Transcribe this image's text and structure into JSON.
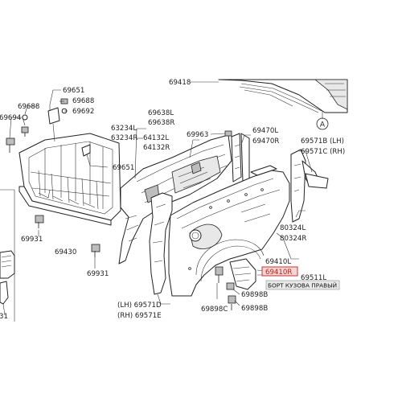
{
  "callouts": [
    {
      "id": "c69651a",
      "text": "69651"
    },
    {
      "id": "c69688a",
      "text": "69688"
    },
    {
      "id": "c69688b",
      "text": "69688"
    },
    {
      "id": "c69692",
      "text": "69692"
    },
    {
      "id": "c69694",
      "text": "69694"
    },
    {
      "id": "c69418",
      "text": "69418"
    },
    {
      "id": "c69638l",
      "text": "69638L"
    },
    {
      "id": "c69638r",
      "text": "69638R"
    },
    {
      "id": "c63234l",
      "text": "63234L"
    },
    {
      "id": "c63234r",
      "text": "63234R"
    },
    {
      "id": "c64132l",
      "text": "64132L"
    },
    {
      "id": "c64132r",
      "text": "64132R"
    },
    {
      "id": "c69963",
      "text": "69963"
    },
    {
      "id": "c69470l",
      "text": "69470L"
    },
    {
      "id": "c69470r",
      "text": "69470R"
    },
    {
      "id": "c69571b",
      "text": "69571B (LH)"
    },
    {
      "id": "c69571c",
      "text": "69571C (RH)"
    },
    {
      "id": "c69651b",
      "text": "69651"
    },
    {
      "id": "c69931a",
      "text": "69931"
    },
    {
      "id": "c69430",
      "text": "69430"
    },
    {
      "id": "c69931b",
      "text": "69931"
    },
    {
      "id": "c80324l",
      "text": "80324L"
    },
    {
      "id": "c80324r",
      "text": "80324R"
    },
    {
      "id": "c69410l",
      "text": "69410L"
    },
    {
      "id": "c69410r",
      "text": "69410R"
    },
    {
      "id": "c69511l",
      "text": "69511L"
    },
    {
      "id": "c69898ba",
      "text": "69898B"
    },
    {
      "id": "c69898c",
      "text": "69898C"
    },
    {
      "id": "c69898bb",
      "text": "69898B"
    },
    {
      "id": "c69571d",
      "text": "(LH) 69571D"
    },
    {
      "id": "c69571e",
      "text": "(RH) 69571E"
    },
    {
      "id": "c31",
      "text": "31"
    }
  ],
  "section_marker": "A",
  "tooltip": "БОРТ КУЗОВА ПРАВЫЙ",
  "highlighted_part": "69410R",
  "colors": {
    "highlight_border": "#d03030",
    "highlight_fill": "#f3d6d6",
    "tooltip_bg": "#e9e9e9"
  }
}
